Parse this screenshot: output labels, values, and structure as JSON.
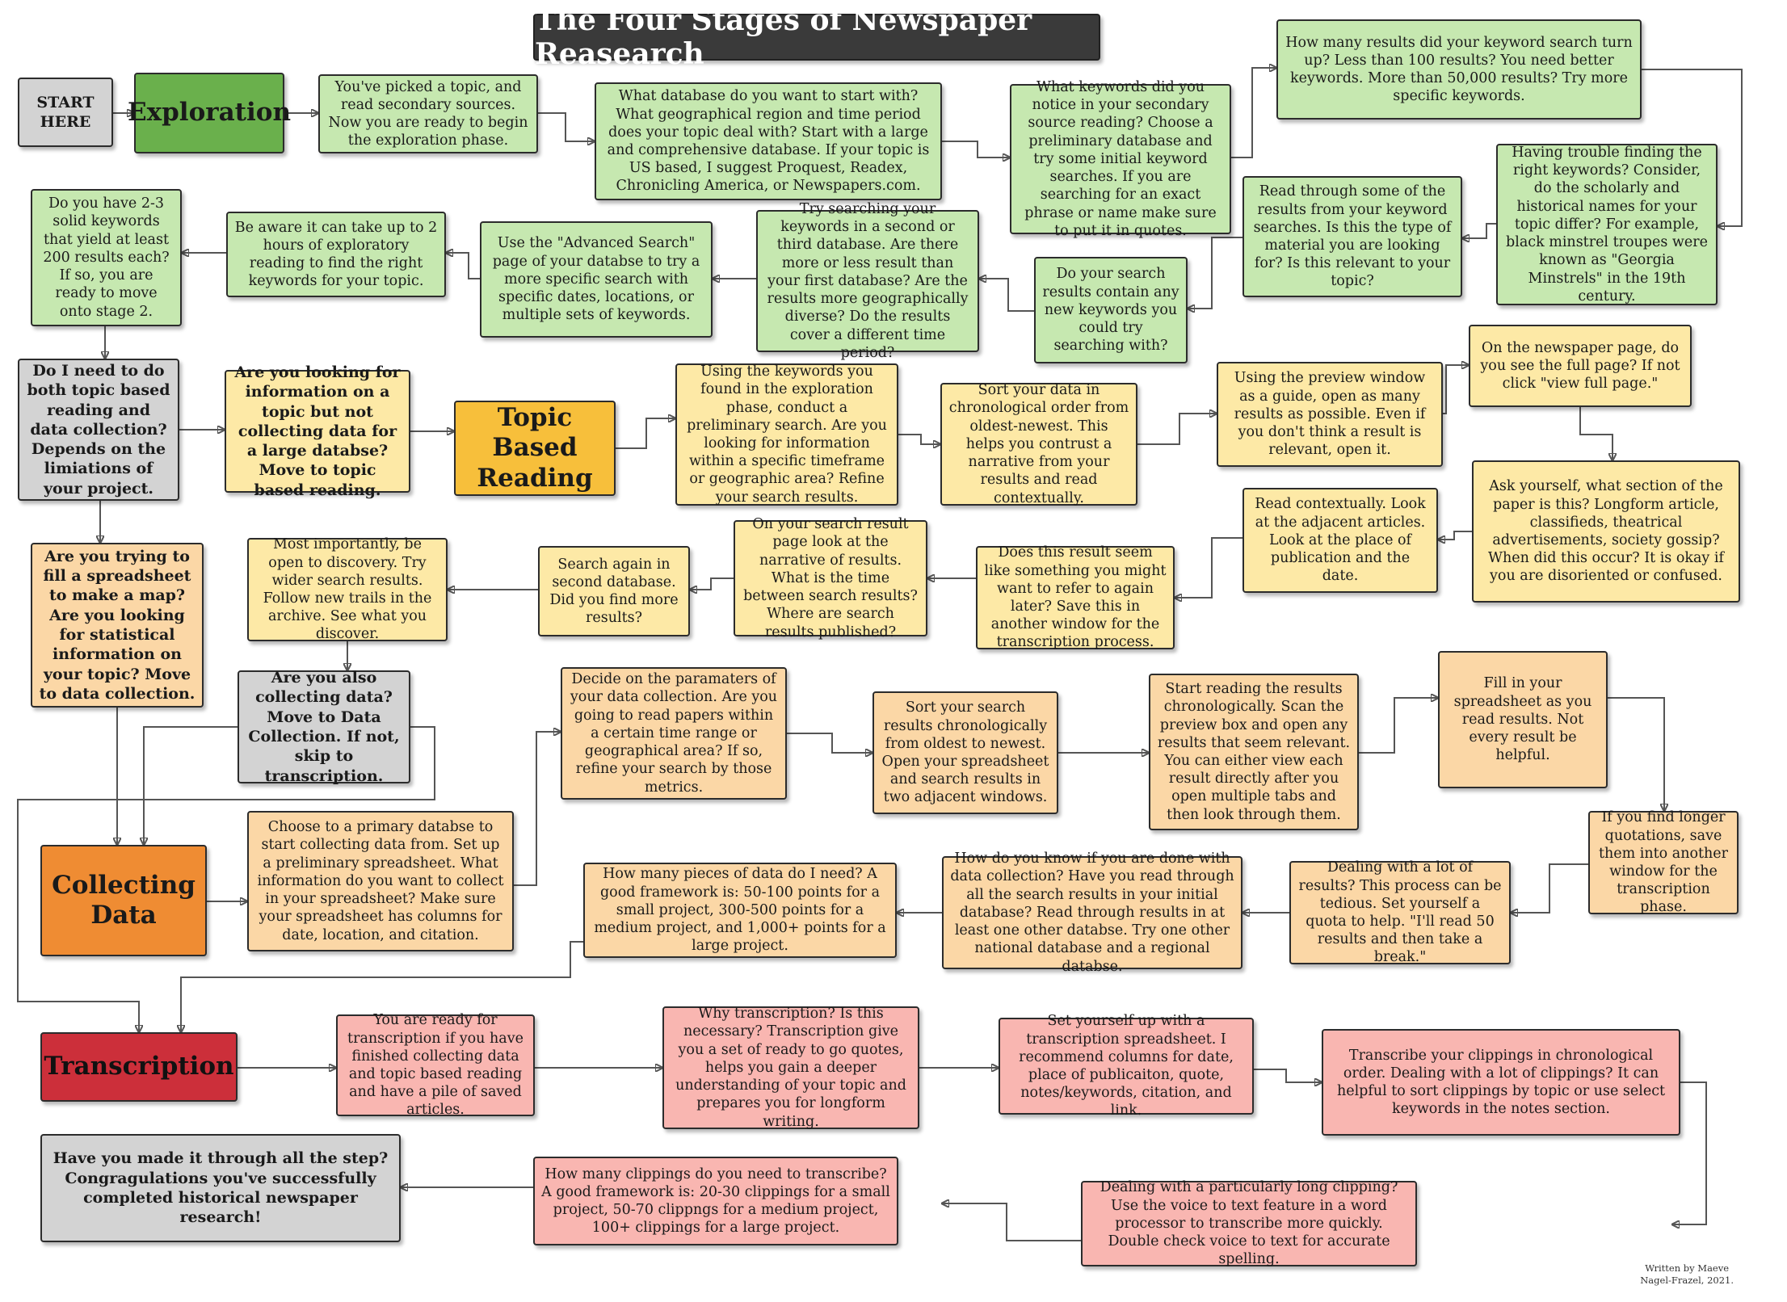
{
  "title": "The Four Stages of Newspaper Reasearch",
  "credit": {
    "line1": "Written by Maeve",
    "line2": "Nagel-Frazel, 2021."
  },
  "colors": {
    "gray": "#d3d3d3",
    "green_stage": "#6ab04c",
    "green": "#c6e8b0",
    "yellow_stage": "#f7bf3b",
    "yellow": "#fde9a6",
    "orange_stage": "#ef8c33",
    "orange": "#fbd7a6",
    "red_stage": "#cc2f3a",
    "red": "#f9b6b1"
  },
  "nodes": {
    "start": "START HERE",
    "exploration": "Exploration",
    "e_picked": "You've picked a topic, and read secondary sources. Now you are ready to begin the exploration phase.",
    "e_database": "What database do you want to start with? What geographical region and time period does your topic deal with?  Start with a large and comprehensive database. If your topic is US based, I suggest Proquest, Readex, Chronicling America, or Newspapers.com.",
    "e_keywords_noticed": "What keywords did you notice in your secondary source reading? Choose a preliminary database and try some initial keyword searches. If you are searching for an exact phrase or name make sure to put it in quotes.",
    "e_how_many": "How many results did your keyword search turn up? Less than 100 results? You need better keywords. More than 50,000 results? Try more specific keywords.",
    "e_trouble": "Having trouble finding the right keywords? Consider, do the scholarly and historical names for your topic differ? For example, black minstrel troupes were known as \"Georgia Minstrels\" in the 19th century.",
    "e_read_through": "Read through some of the results from your keyword searches. Is this the type of material you are looking for? Is this relevant to your topic?",
    "e_new_keywords": "Do your search results contain any new keywords you could try searching with?",
    "e_second_db": "Try searching your keywords in a second or third database. Are there more or less result than your first database? Are the results more geographically diverse? Do the results cover a different time period?",
    "e_advanced": "Use the \"Advanced Search\" page of your databse to try a more specific search with specific dates, locations, or multiple sets of keywords.",
    "e_aware": "Be aware it can take up to 2 hours of exploratory reading to find the right keywords for your topic.",
    "e_solid": "Do you have 2-3 solid keywords that yield at least 200 results each? If so, you are ready to move onto stage 2.",
    "q_both": "Do I need to do both topic based reading and data collection? Depends on the limiations of your project.",
    "q_topic": "Are you looking for information on a topic but not collecting data for a large databse? Move to topic based reading.",
    "topic_reading": "Topic Based Reading",
    "t_using_keywords": "Using the keywords you found in the exploration phase, conduct a preliminary search. Are you looking for information within a specific timeframe or geographic area? Refine your search results.",
    "t_sort": "Sort your data in chronological order from oldest-newest. This helps you contrust a narrative from your results and read contextually.",
    "t_preview": "Using the preview window as a guide, open as many results as possible. Even if you don't think a result is relevant, open it.",
    "t_full_page": "On the newspaper page, do you see the full page? If not click \"view full page.\"",
    "t_ask_section": "Ask yourself, what section of the paper is this? Longform article, classifieds, theatrical advertisements, society gossip? When did this occur? It is okay if you are disoriented or confused.",
    "t_contextually": "Read contextually. Look at the adjacent articles. Look at the place of publication and the date.",
    "t_refer_later": "Does this result seem like something you might want to refer to again later? Save this in another window for the transcription process.",
    "t_narrative": "On your search result page look at the narrative of results. What is the time between search results? Where are search results published?",
    "t_search_again": "Search again in second database. Did you find more results?",
    "t_open_discovery": "Most importantly, be open to discovery. Try wider search results. Follow new trails in the archive. See what you discover.",
    "q_data_collect": "Are you also collecting data? Move to Data Collection. If not, skip to transcription.",
    "q_spreadsheet": "Are you trying to fill a spreadsheet to make a map? Are you looking for statistical information on your topic? Move to data collection.",
    "collecting": "Collecting Data",
    "c_primary": "Choose to a primary databse to start collecting data from. Set up a preliminary spreadsheet. What information do you want to collect in your spreadsheet? Make sure your spreadsheet has columns for date, location, and citation.",
    "c_params": "Decide on the paramaters of your data collection. Are you going to read papers within a certain time range or geographical area? If so, refine your search by those metrics.",
    "c_sort": "Sort your search results chronologically from oldest to newest. Open your spreadsheet and search results in two adjacent windows.",
    "c_start_reading": "Start reading the results chronologically. Scan the preview box and open any results that seem relevant. You can either view each result directly after you open multiple tabs and then look through them.",
    "c_fill": "Fill in your spreadsheet as you read results. Not every result be helpful.",
    "c_longer": "If you find longer quotations, save them into another window for the transcription phase.",
    "c_lot": "Dealing with a lot of results? This process can be tedious. Set yourself a quota to help. \"I'll read 50 results and then take a break.\"",
    "c_done": "How do you know if you are done with data collection? Have you read through all the search results in your initial database? Read through results in at least one other databse. Try one other national database and a regional databse.",
    "c_pieces": "How many pieces of data do I need? A good framework is: 50-100 points for a small project, 300-500 points for a medium project, and 1,000+ points for a large project.",
    "transcription": "Transcription",
    "r_ready": "You are ready for transcription if you have finished collecting data and topic based reading and have a pile of saved articles.",
    "r_why": "Why transcription? Is this necessary? Transcription give you a set of ready to go quotes, helps you gain a deeper understanding of your topic and prepares you for longform writing.",
    "r_setup": "Set yourself up with a transcription spreadsheet. I recommend columns for date, place of publicaiton, quote, notes/keywords, citation, and link.",
    "r_chrono": "Transcribe your clippings in chronological order. Dealing with a lot of clippings? It can helpful to sort clippings by topic or use select keywords in the notes section.",
    "r_long_clip": "Dealing with a particularly long clipping? Use the voice to text feature in a word processor to transcribe more quickly. Double check voice to text for accurate spelling.",
    "r_how_many": "How many clippings do you need to transcribe? A good framework is: 20-30 clippings for a small project, 50-70 clippngs for a medium project, 100+ clippings for a large project.",
    "finish": "Have you made it through all the step? Congragulations you've successfully completed historical newspaper research!"
  }
}
